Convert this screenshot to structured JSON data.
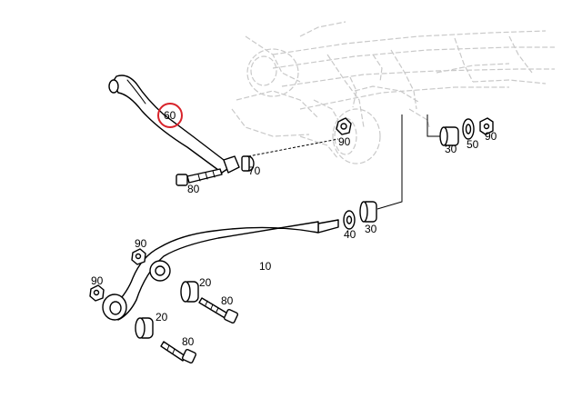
{
  "highlight_color": "#d8232a",
  "callouts": {
    "sway_bar_link": "60",
    "link_bushing": "70",
    "link_bolt": "80",
    "frame_nut": "90",
    "frame_bushing_right": "30",
    "frame_washer_right": "50",
    "frame_nut_right": "90",
    "rod_washer": "40",
    "rod_bushing": "30",
    "main_arm": "10",
    "arm_nut_upper": "90",
    "arm_nut_left": "90",
    "arm_bushing_upper": "20",
    "arm_bolt_upper": "80",
    "arm_bushing_lower": "20",
    "arm_bolt_lower": "80"
  }
}
